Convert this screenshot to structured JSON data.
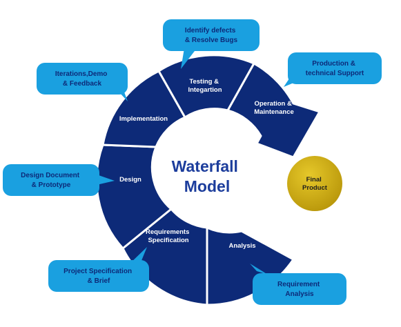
{
  "diagram": {
    "center": {
      "line1": "Waterfall",
      "line2": "Model"
    },
    "colors": {
      "segment": "#0d2a78",
      "callout": "#1aa0e0",
      "callout_text": "#0d2a78",
      "final": "#c8a810",
      "center_text": "#1c3d9c"
    },
    "segments": [
      {
        "line1": "Requirements",
        "line2": "Specification"
      },
      {
        "line1": "Design"
      },
      {
        "line1": "Implementation"
      },
      {
        "line1": "Testing &",
        "line2": "Integartion"
      },
      {
        "line1": "Operation &",
        "line2": "Maintenance"
      },
      {
        "line1": "Analysis"
      }
    ],
    "callouts": {
      "identify": {
        "line1": "Identify defects",
        "line2": "& Resolve Bugs"
      },
      "production": {
        "line1": "Production &",
        "line2": "technical Support"
      },
      "iterations": {
        "line1": "Iterations,Demo",
        "line2": "& Feedback"
      },
      "design_doc": {
        "line1": "Design Document",
        "line2": "& Prototype"
      },
      "project_spec": {
        "line1": "Project Specification",
        "line2": "& Brief"
      },
      "requirement": {
        "line1": "Requirement",
        "line2": "Analysis"
      }
    },
    "final": {
      "line1": "Final",
      "line2": "Product"
    }
  }
}
